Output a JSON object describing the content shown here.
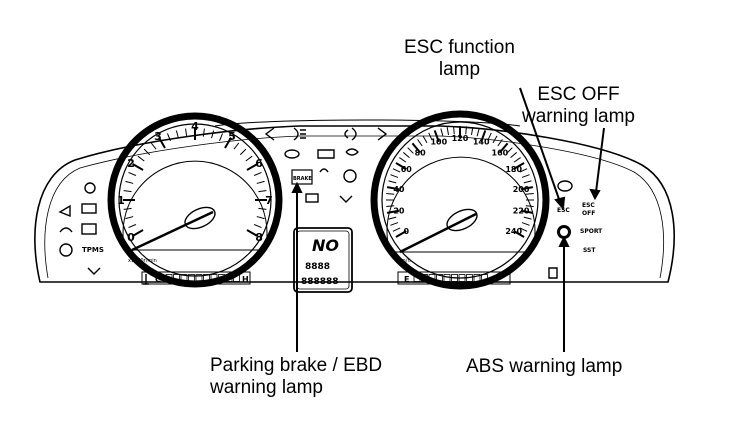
{
  "callouts": {
    "esc_function": {
      "line1": "ESC function",
      "line2": "lamp"
    },
    "esc_off": {
      "line1": "ESC OFF",
      "line2": "warning lamp"
    },
    "parking_brake": {
      "line1": "Parking brake / EBD",
      "line2": "warning lamp"
    },
    "abs": {
      "line1": "ABS warning lamp"
    }
  },
  "tachometer": {
    "ticks": [
      "0",
      "1",
      "2",
      "3",
      "4",
      "5",
      "6",
      "7",
      "8"
    ],
    "unit": "x1000r/min",
    "temp_gauge": {
      "cold": "C",
      "hot": "H"
    }
  },
  "speedometer": {
    "ticks": [
      "0",
      "20",
      "40",
      "60",
      "80",
      "100",
      "120",
      "140",
      "160",
      "180",
      "200",
      "220",
      "240"
    ],
    "unit": "km/h",
    "fuel_gauge": {
      "empty": "E",
      "full": "F"
    }
  },
  "lcd": {
    "gear": "NO",
    "odometer": "888888",
    "trip": "8888"
  },
  "lamp_labels": {
    "tpms": "TPMS",
    "brake": "BRAKE",
    "esc": "ESC",
    "esc_off": "ESC OFF",
    "sport": "SPORT",
    "sst": "SST"
  },
  "colors": {
    "ink": "#000000",
    "paper": "#ffffff"
  }
}
